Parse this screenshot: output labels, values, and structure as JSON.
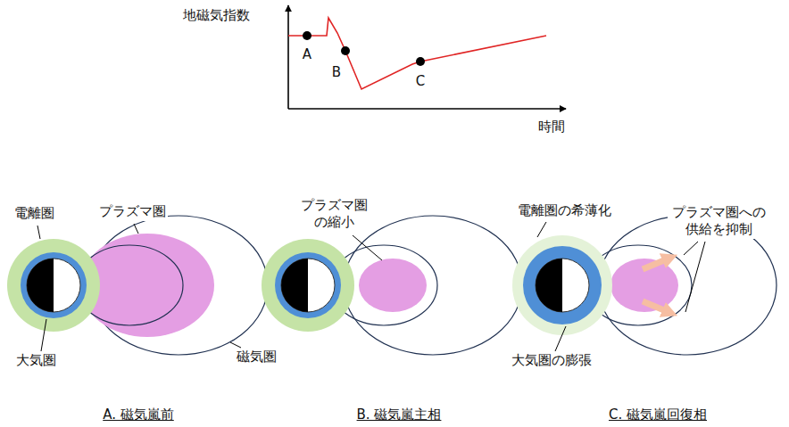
{
  "diagram": {
    "labels": [
      "地磁気指数",
      "A",
      "B",
      "C",
      "時間",
      "電離圏",
      "プラズマ圏",
      "大気圏",
      "磁気圏",
      "A. 磁気嵐前",
      "プラズマ圏の縮小",
      "B. 磁気嵐主相",
      "電離圏の希薄化",
      "プラズマ圏への供給を抑制",
      "大気圏の膨張",
      "C. 磁気嵐回復相"
    ]
  }
}
